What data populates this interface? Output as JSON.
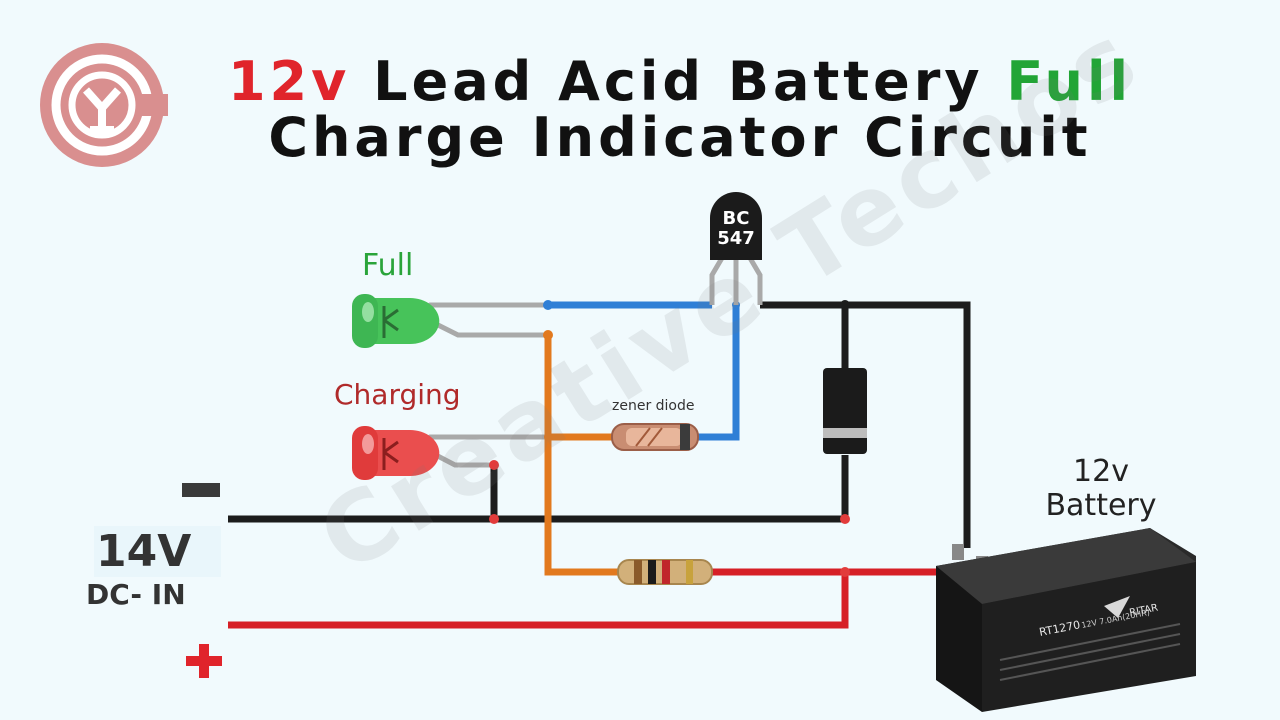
{
  "title": {
    "line1_prefix": "12v",
    "line1_main": "Lead Acid Battery",
    "line1_suffix": "Full",
    "line2": "Charge Indicator Circuit"
  },
  "transistor": {
    "line1": "BC",
    "line2": "547"
  },
  "leds": {
    "full_label": "Full",
    "charging_label": "Charging"
  },
  "zener": {
    "label": "zener diode"
  },
  "battery": {
    "label_line1": "12v",
    "label_line2": "Battery",
    "brand": "RITAR",
    "model": "RT1270",
    "spec": "12V 7.0Ah(20HR)"
  },
  "dc_input": {
    "voltage": "14V",
    "label": "DC- IN"
  },
  "watermark": "Creative Techos",
  "colors": {
    "accent_red": "#e0242b",
    "accent_green": "#22a536",
    "wire_blue": "#2f7fd6",
    "wire_orange": "#e2791e",
    "wire_black": "#1c1c1c",
    "wire_red": "#d61f26",
    "wire_gray": "#a9a9a9",
    "logo": "#d98f8f"
  }
}
